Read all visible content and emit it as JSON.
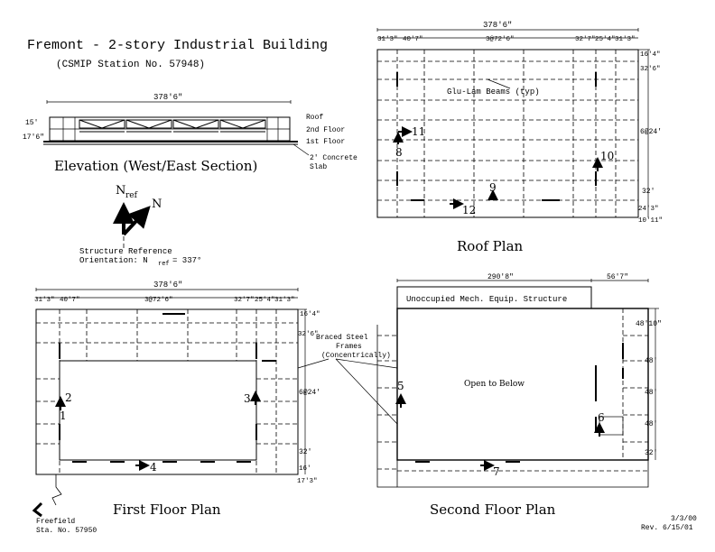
{
  "title": "Fremont - 2-story Industrial Building",
  "station": "(CSMIP Station No. 57948)",
  "elevation": {
    "caption": "Elevation (West/East Section)",
    "level_labels": [
      "Roof",
      "2nd Floor",
      "1st Floor"
    ],
    "height_dims": [
      "15'",
      "17'6\""
    ],
    "length_dim": "378'6\"",
    "slab_label": [
      "2' Concrete",
      "Slab"
    ]
  },
  "compass": {
    "nref_label": "N",
    "nref_sub": "ref",
    "n_label": "N",
    "orientation_lines": [
      "Structure Reference",
      "Orientation: N",
      "ref",
      " = 337°"
    ]
  },
  "roof_plan": {
    "caption": "Roof Plan",
    "total_dim": "378'6\"",
    "top_dims": [
      "31'3\"",
      "40'7\"",
      "3@72'6\"",
      "32'7\"",
      "25'4\"",
      "31'3\""
    ],
    "right_dims": [
      "16'4\"",
      "32'6\"",
      "6@24'",
      "32'",
      "24'3\"",
      "10'11\""
    ],
    "beam_label": "Glu-Lam Beams (typ)",
    "sensors": [
      "8",
      "11",
      "10",
      "9",
      "12"
    ]
  },
  "first_floor": {
    "caption": "First Floor Plan",
    "total_dim": "378'6\"",
    "top_dims": [
      "31'3\"",
      "40'7\"",
      "3@72'6\"",
      "32'7\"",
      "25'4\"",
      "31'3\""
    ],
    "right_dims": [
      "16'4\"",
      "32'6\"",
      "6@24'",
      "32'",
      "16'",
      "17'3\""
    ],
    "sensors": [
      "2",
      "1",
      "3",
      "4"
    ],
    "freefield": [
      "Freefield",
      "Sta. No. 57950"
    ]
  },
  "braced_label": [
    "Braced Steel",
    "Frames",
    "(Concentrically)"
  ],
  "second_floor": {
    "caption": "Second Floor Plan",
    "top_dims": [
      "290'8\"",
      "56'7\""
    ],
    "right_dims": [
      "48'10\"",
      "48'",
      "48'",
      "48'",
      "32'"
    ],
    "mech_label": "Unoccupied Mech. Equip. Structure",
    "open_label": "Open to Below",
    "sensors": [
      "5",
      "6",
      "7"
    ]
  },
  "dates": [
    "3/3/00",
    "Rev. 6/15/01"
  ]
}
